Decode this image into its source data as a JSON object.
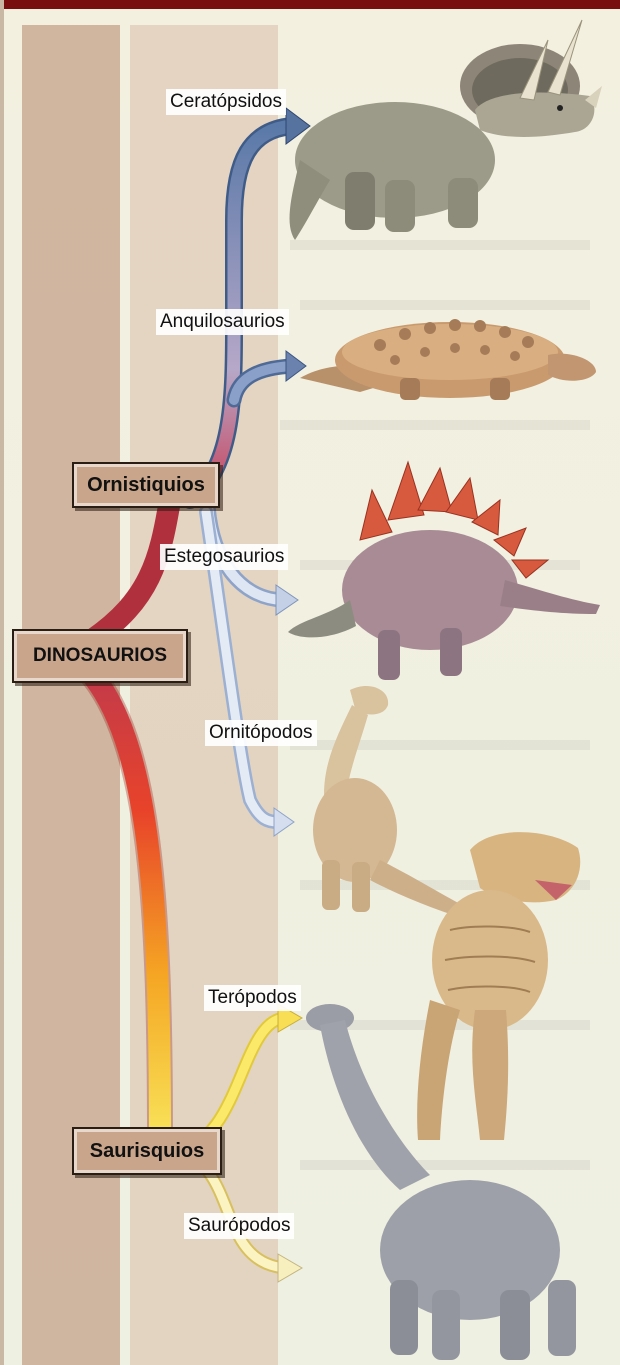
{
  "colors": {
    "frame_top": "#7a0f10",
    "column_dark": "#c7a58d",
    "column_light": "#dcc3ae",
    "box_fill": "#c9a58c",
    "ornithischian_arrow": "#9fb3d6",
    "saurischian_arrow": "#f5e25a",
    "trunk_gradient": [
      "#c23a4b",
      "#e8432a",
      "#f5a623",
      "#f8e45a"
    ]
  },
  "groups": {
    "root": "DINOSAURIOS",
    "ornithischians": "Ornistiquios",
    "saurischians": "Saurisquios"
  },
  "clades": [
    {
      "label": "Ceratópsidos",
      "icon": "triceratops-illustration"
    },
    {
      "label": "Anquilosaurios",
      "icon": "ankylosaurus-illustration"
    },
    {
      "label": "Estegosaurios",
      "icon": "stegosaurus-illustration"
    },
    {
      "label": "Ornitópodos",
      "icon": "ornithopod-illustration"
    },
    {
      "label": "Terópodos",
      "icon": "tyrannosaurus-illustration"
    },
    {
      "label": "Saurópodos",
      "icon": "sauropod-illustration"
    }
  ]
}
